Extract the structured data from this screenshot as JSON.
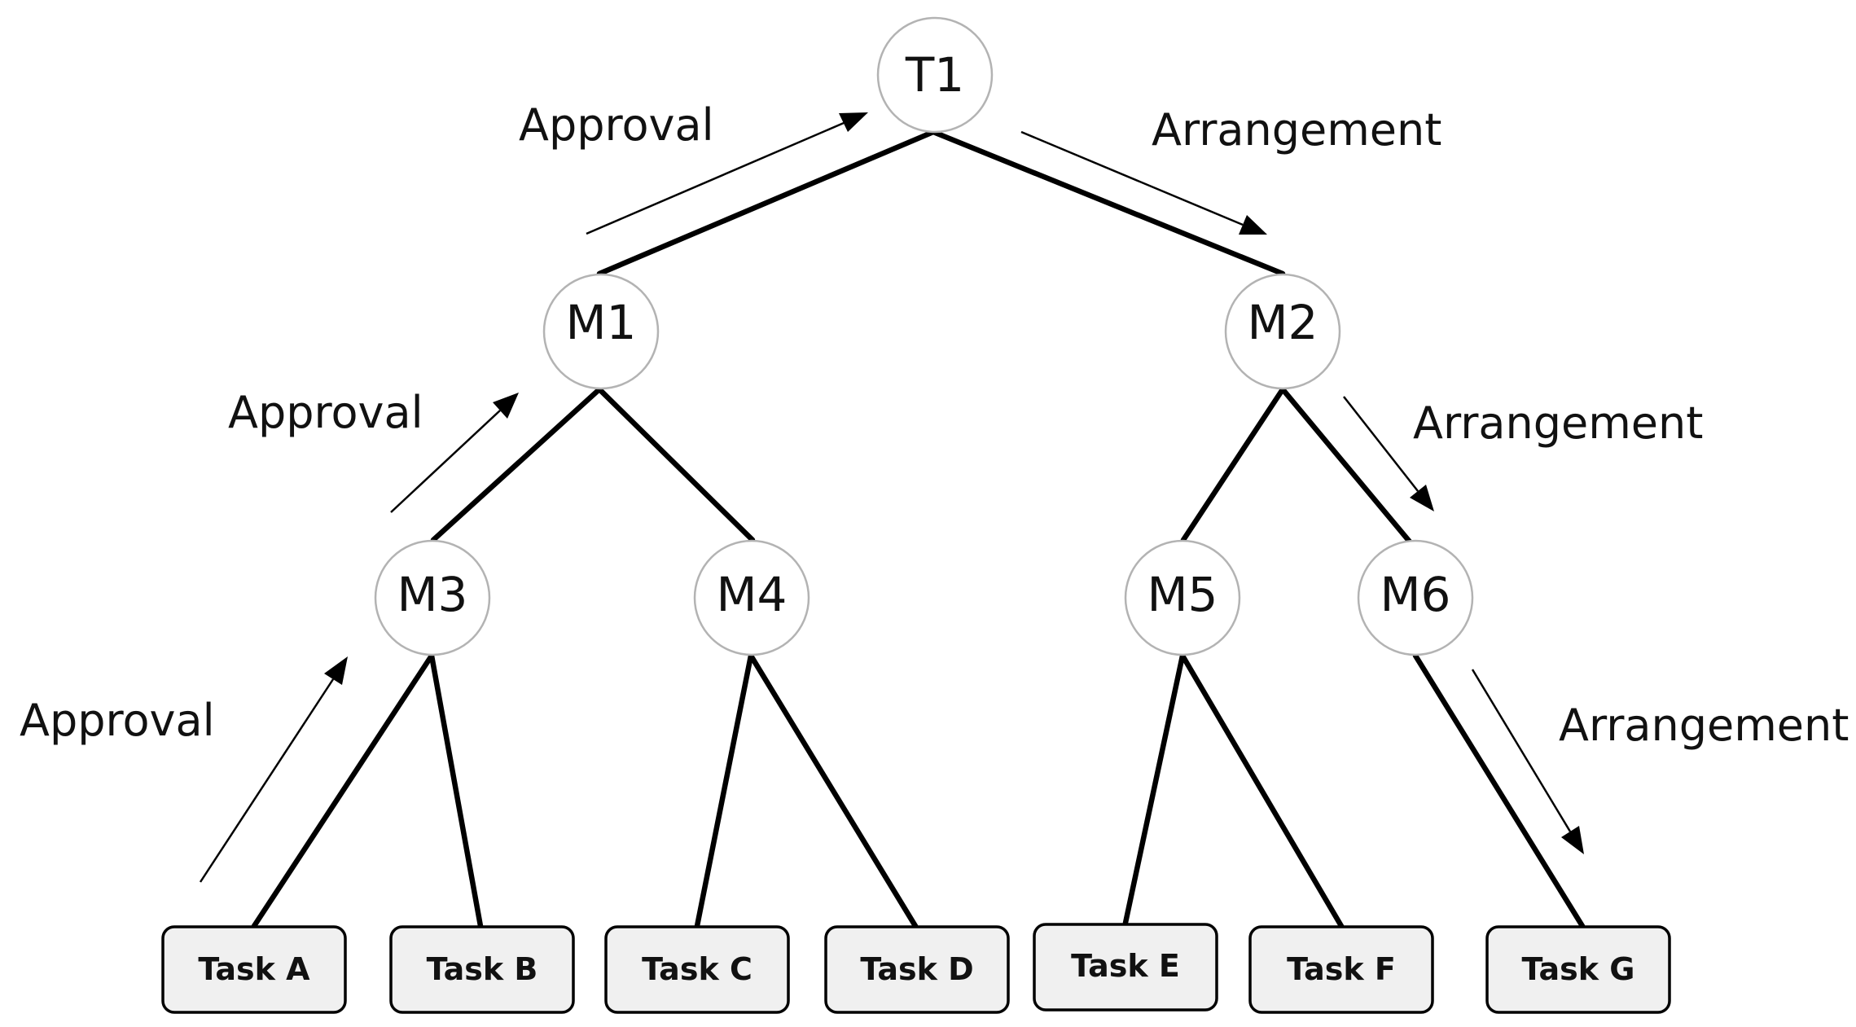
{
  "nodes": {
    "t1": "T1",
    "m1": "M1",
    "m2": "M2",
    "m3": "M3",
    "m4": "M4",
    "m5": "M5",
    "m6": "M6"
  },
  "tasks": {
    "a": "Task A",
    "b": "Task B",
    "c": "Task C",
    "d": "Task D",
    "e": "Task E",
    "f": "Task F",
    "g": "Task G"
  },
  "flows": {
    "approval_top": "Approval",
    "approval_mid": "Approval",
    "approval_low": "Approval",
    "arrangement_top": "Arrangement",
    "arrangement_mid": "Arrangement",
    "arrangement_low": "Arrangement"
  }
}
